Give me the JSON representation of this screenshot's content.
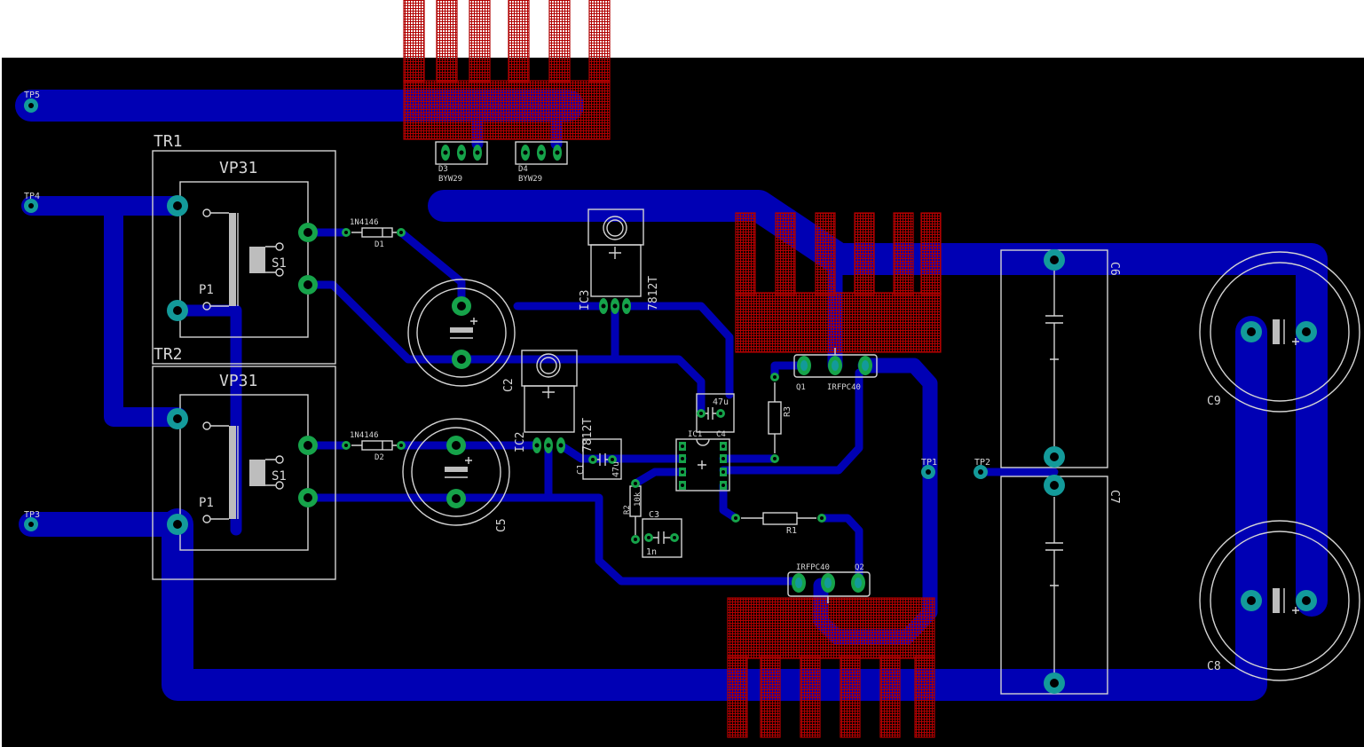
{
  "board": {
    "colors": {
      "page": "#ffffff",
      "board": "#000000",
      "trace": "#0000b4",
      "pad": "#16a34a",
      "testpoint": "#139a9a",
      "heatsink": "#b00000",
      "outline": "#d4d4d4"
    }
  },
  "testpoints": {
    "tp1": "TP1",
    "tp2": "TP2",
    "tp3": "TP3",
    "tp4": "TP4",
    "tp5": "TP5"
  },
  "parts": {
    "tr1": {
      "name": "TR1",
      "value": "VP31",
      "p1": "P1",
      "s1": "S1"
    },
    "tr2": {
      "name": "TR2",
      "value": "VP31",
      "p1": "P1",
      "s1": "S1"
    },
    "d1": {
      "name": "D1",
      "value": "1N4146"
    },
    "d2": {
      "name": "D2",
      "value": "1N4146"
    },
    "d3": {
      "name": "D3",
      "value": "BYW29"
    },
    "d4": {
      "name": "D4",
      "value": "BYW29"
    },
    "ic1": {
      "name": "IC1"
    },
    "ic2": {
      "name": "IC2",
      "value": "7812T"
    },
    "ic3": {
      "name": "IC3",
      "value": "7812T"
    },
    "c1": {
      "name": "C1",
      "value": "47u"
    },
    "c2": {
      "name": "C2"
    },
    "c3": {
      "name": "C3",
      "value": "1n"
    },
    "c4": {
      "name": "C4",
      "value": "47u"
    },
    "c5": {
      "name": "C5"
    },
    "c6": {
      "name": "C6"
    },
    "c7": {
      "name": "C7"
    },
    "c8": {
      "name": "C8"
    },
    "c9": {
      "name": "C9"
    },
    "r1": {
      "name": "R1"
    },
    "r2": {
      "name": "R2",
      "value": "10k"
    },
    "r3": {
      "name": "R3"
    },
    "q1": {
      "name": "Q1",
      "value": "IRFPC40"
    },
    "q2": {
      "name": "Q2",
      "value": "IRFPC40"
    }
  }
}
